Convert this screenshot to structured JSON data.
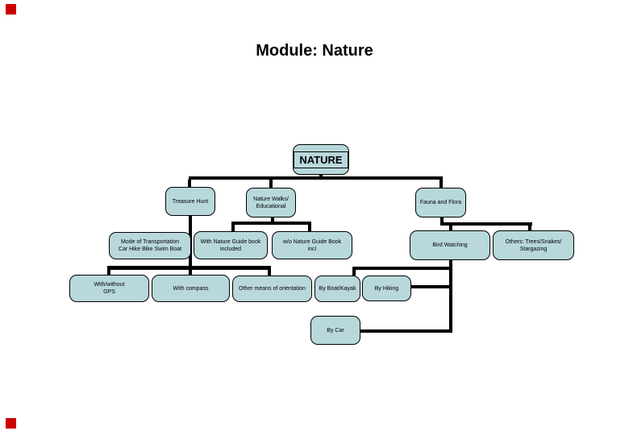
{
  "title": {
    "text": "Module: Nature"
  },
  "colors": {
    "background": "#ffffff",
    "node_fill": "#b8d8dc",
    "node_border": "#000000",
    "connector": "#000000",
    "marker_red": "#cc0000",
    "title_text": "#000000"
  },
  "nodes": {
    "nature": {
      "line1": "NATURE"
    },
    "treasure_hunt": {
      "line1": "Treasure Hunt"
    },
    "nature_walks": {
      "line1": "Nature Walks/",
      "line2": "Educational"
    },
    "fauna_flora": {
      "line1": "Fauna and Flora"
    },
    "mode_transport": {
      "line1": "Mode of Transportation",
      "line2": "Car Hike Bike Swim Boat"
    },
    "with_guidebook": {
      "line1": "With Nature Guide book",
      "line2": "included"
    },
    "wo_guidebook": {
      "line1": "w/o Nature Guide Book",
      "line2": "incl"
    },
    "bird_watching": {
      "line1": "Bird Watching"
    },
    "others": {
      "line1": "Others: Trees/Snakes/",
      "line2": "Stargazing"
    },
    "gps": {
      "line1": "With/without",
      "line2": "GPS"
    },
    "compass": {
      "line1": "With compass"
    },
    "orientation": {
      "line1": "Other means of orientation"
    },
    "boat_kayak": {
      "line1": "By Boat/Kayak"
    },
    "hiking": {
      "line1": "By Hiking"
    },
    "by_car": {
      "line1": "By Car"
    }
  },
  "hierarchy": {
    "NATURE": [
      "Treasure Hunt",
      "Nature Walks/Educational",
      "Fauna and Flora"
    ],
    "Treasure Hunt": [
      "Mode of Transportation Car Hike Bike Swim Boat",
      "With/without GPS",
      "With compass",
      "Other means of orientation"
    ],
    "Nature Walks/Educational": [
      "With Nature Guide book included",
      "w/o Nature Guide Book incl"
    ],
    "Fauna and Flora": [
      "Bird Watching",
      "Others: Trees/Snakes/Stargazing"
    ],
    "Bird Watching": [
      "By Boat/Kayak",
      "By Hiking",
      "By Car"
    ]
  }
}
